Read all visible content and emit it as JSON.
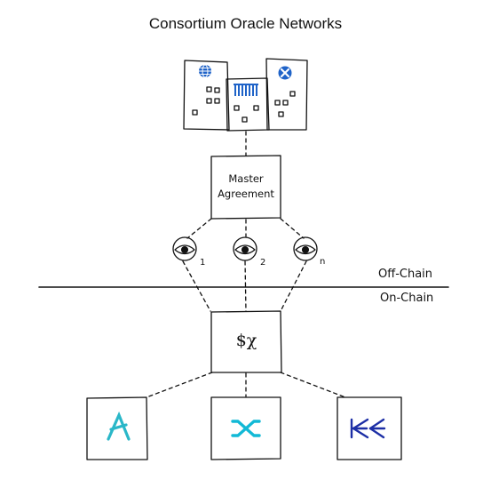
{
  "title": "Consortium Oracle Networks",
  "agreement": {
    "line1": "Master",
    "line2": "Agreement"
  },
  "oracles": [
    {
      "index": "1"
    },
    {
      "index": "2"
    },
    {
      "index": "n"
    }
  ],
  "zones": {
    "off_chain": "Off-Chain",
    "on_chain": "On-Chain"
  },
  "contract": {
    "label": "$χ"
  },
  "institutions": [
    {
      "icon": "globe-logo-icon",
      "color": "#1f63c8"
    },
    {
      "icon": "barcode-logo-icon",
      "color": "#1f63c8"
    },
    {
      "icon": "cross-logo-icon",
      "color": "#1f63c8"
    }
  ],
  "protocols": [
    {
      "icon": "aave-logo-icon",
      "color": "#2ab7c8"
    },
    {
      "icon": "synthetix-logo-icon",
      "color": "#12b9d6"
    },
    {
      "icon": "kyber-logo-icon",
      "color": "#1d2fa6"
    }
  ]
}
